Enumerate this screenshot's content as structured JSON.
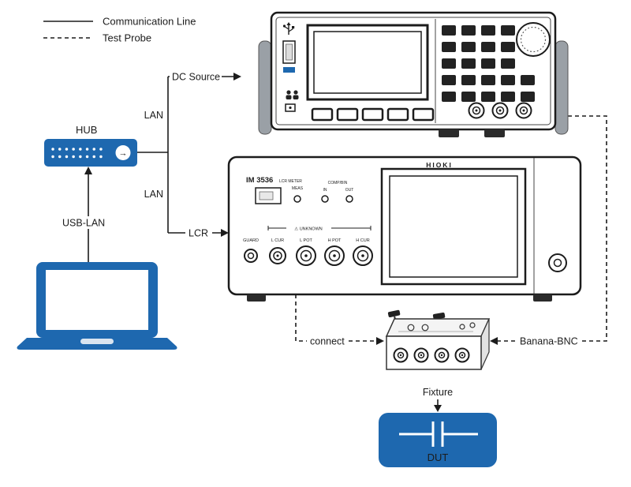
{
  "legend": {
    "communication_line_label": "Communication Line",
    "test_probe_label": "Test Probe"
  },
  "labels": {
    "hub": "HUB",
    "usb_lan": "USB-LAN",
    "lan_to_dc": "LAN",
    "lan_to_lcr": "LAN",
    "dc_source": "DC Source",
    "lcr": "LCR",
    "connect": "connect",
    "banana_bnc": "Banana-BNC",
    "fixture": "Fixture",
    "dut": "DUT"
  },
  "lcr_meter": {
    "model": "IM 3536",
    "type_label": "LCR METER",
    "brand": "HIOKI",
    "indicator_meas": "MEAS",
    "indicator_comp_bin": "COMP/BIN",
    "indicator_in": "IN",
    "indicator_out": "OUT",
    "unknown_label": "⚠ UNKNOWN",
    "terminals": [
      "GUARD",
      "L CUR",
      "L POT",
      "H POT",
      "H CUR"
    ]
  },
  "icons": {
    "hub_arrow": "→"
  },
  "colors": {
    "device_blue": "#1e68af",
    "line_black": "#1c1c1c"
  }
}
